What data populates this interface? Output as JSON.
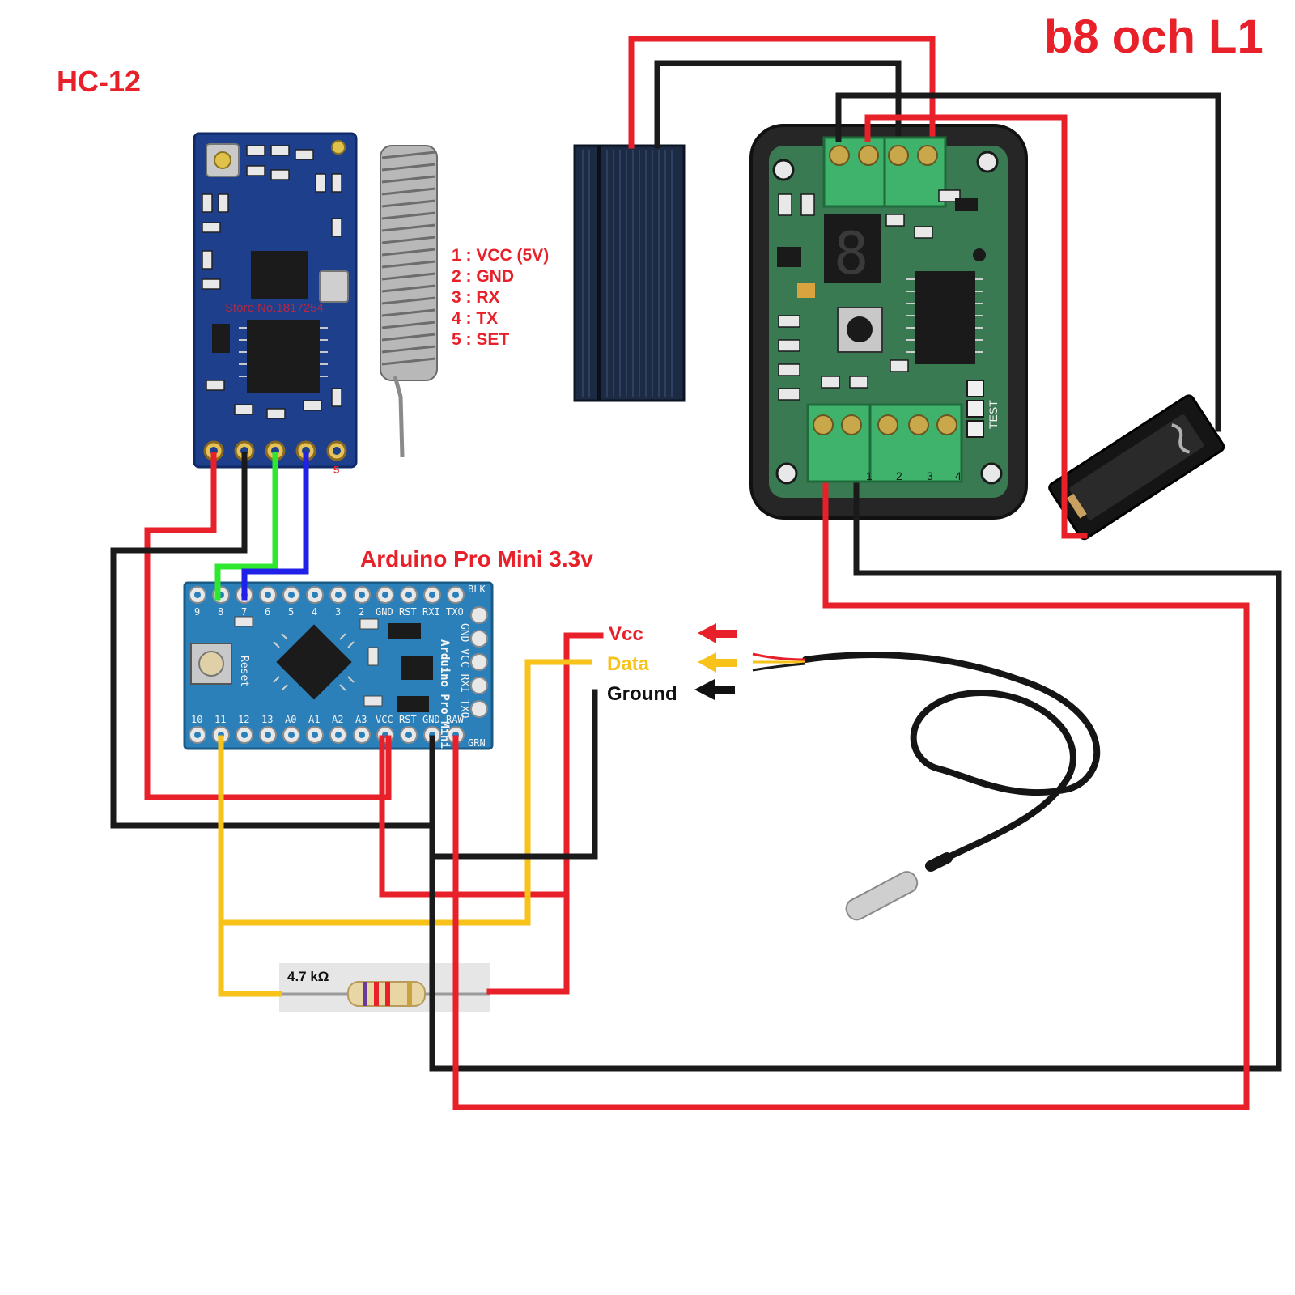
{
  "titles": {
    "main": "b8 och  L1",
    "hc12": "HC-12",
    "arduino": "Arduino Pro Mini 3.3v"
  },
  "hc12_pins": [
    {
      "label": "1 : VCC (5V)"
    },
    {
      "label": "2 : GND"
    },
    {
      "label": "3 : RX"
    },
    {
      "label": "4 : TX"
    },
    {
      "label": "5 : SET"
    }
  ],
  "hc12_board": {
    "store_text": "Store No.1817254",
    "pin5_mark": "5"
  },
  "sensor_wires": {
    "vcc": "Vcc",
    "data": "Data",
    "ground": "Ground"
  },
  "resistor": {
    "value": "4.7 kΩ"
  },
  "arduino_board": {
    "top_pins": [
      "9",
      "8",
      "7",
      "6",
      "5",
      "4",
      "3",
      "2",
      "GND",
      "RST",
      "RXI",
      "TXO"
    ],
    "bottom_pins": [
      "10",
      "11",
      "12",
      "13",
      "A0",
      "A1",
      "A2",
      "A3",
      "VCC",
      "RST",
      "GND",
      "RAW"
    ],
    "blk": "BLK",
    "grn": "GRN",
    "reset": "Reset",
    "name_vertical": "Arduino Pro Mini",
    "side_pins": "GND VCC RXI TXO"
  },
  "controller_board": {
    "digit": "8",
    "test": "TEST",
    "bottom_pins": [
      "1",
      "2",
      "3",
      "4"
    ]
  },
  "colors": {
    "red": "#e8202a",
    "black": "#1a1a1a",
    "yellow": "#f7c21a",
    "green": "#2ee830",
    "blue": "#2020e8",
    "pcb_blue": "#1d3f8c",
    "pcb_green": "#3a7a52",
    "terminal_green": "#3fb26b"
  }
}
